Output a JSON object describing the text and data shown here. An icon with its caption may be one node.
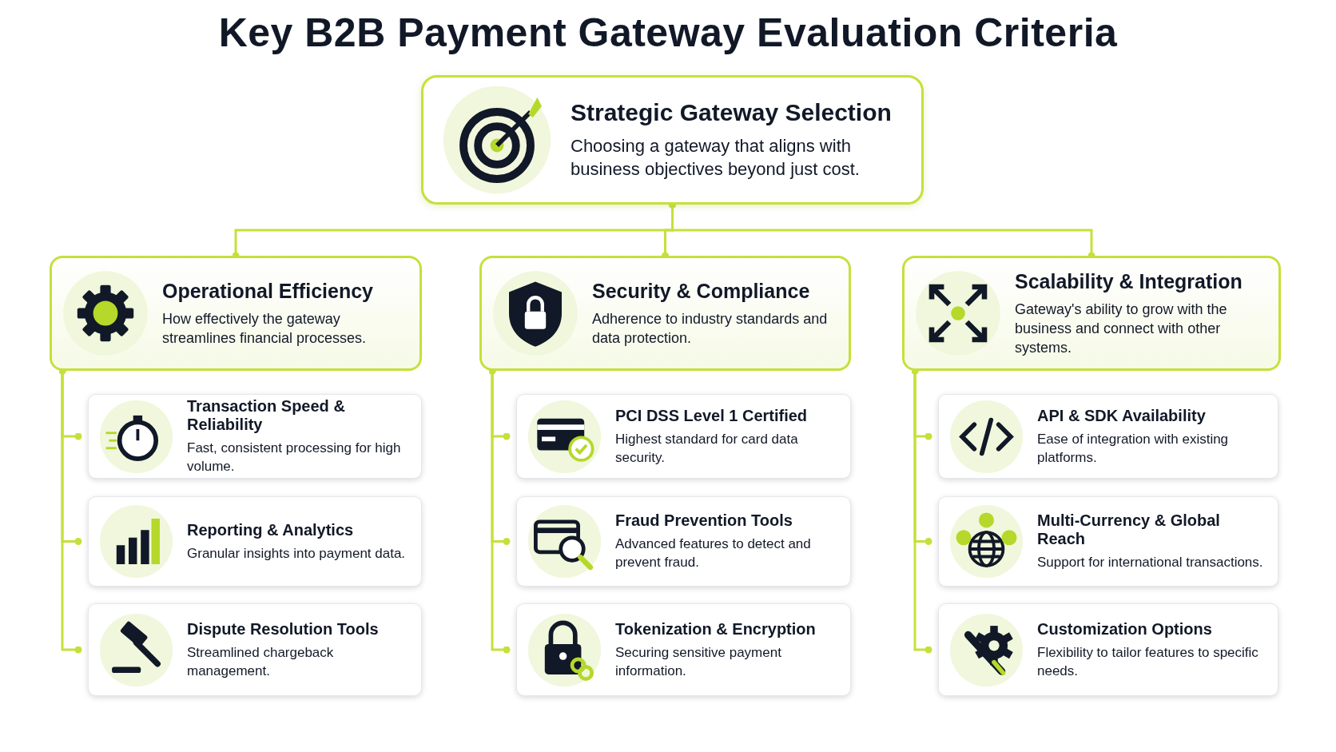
{
  "diagram": {
    "title": "Key B2B Payment Gateway Evaluation Criteria",
    "nodes": [
      {
        "text": [
          "Strategic Gateway Selection",
          "Choosing a gateway that aligns with business objectives beyond just cost."
        ]
      },
      {
        "text": [
          "Operational Efficiency",
          "How effectively the gateway streamlines financial processes."
        ]
      },
      {
        "text": [
          "Security & Compliance",
          "Adherence to industry standards and data protection."
        ]
      },
      {
        "text": [
          "Scalability & Integration",
          "Gateway's ability to grow with the business and connect with other systems."
        ]
      },
      {
        "text": [
          "Transaction Speed & Reliability",
          "Fast, consistent processing for high volume."
        ]
      },
      {
        "text": [
          "Reporting & Analytics",
          "Granular insights into payment data."
        ]
      },
      {
        "text": [
          "Dispute Resolution Tools",
          "Streamlined chargeback management."
        ]
      },
      {
        "text": [
          "PCI DSS Level 1 Certified",
          "Highest standard for card data security."
        ]
      },
      {
        "text": [
          "Fraud Prevention Tools",
          "Advanced features to detect and prevent fraud."
        ]
      },
      {
        "text": [
          "Tokenization & Encryption",
          "Securing sensitive payment information."
        ]
      },
      {
        "text": [
          "API & SDK Availability",
          "Ease of integration with existing platforms."
        ]
      },
      {
        "text": [
          "Multi-Currency & Global Reach",
          "Support for international transactions."
        ]
      },
      {
        "text": [
          "Customization Options",
          "Flexibility to tailor features to specific needs."
        ]
      }
    ],
    "edges": [
      {
        "from": 0,
        "to": 1,
        "arrow": "other"
      },
      {
        "from": 0,
        "to": 2,
        "arrow": "other"
      },
      {
        "from": 0,
        "to": 3,
        "arrow": "other"
      },
      {
        "from": 1,
        "to": 4,
        "arrow": "other"
      },
      {
        "from": 1,
        "to": 5,
        "arrow": "other"
      },
      {
        "from": 1,
        "to": 6,
        "arrow": "other"
      },
      {
        "from": 2,
        "to": 7,
        "arrow": "other"
      },
      {
        "from": 2,
        "to": 8,
        "arrow": "other"
      },
      {
        "from": 2,
        "to": 9,
        "arrow": "other"
      },
      {
        "from": 3,
        "to": 10,
        "arrow": "other"
      },
      {
        "from": 3,
        "to": 11,
        "arrow": "other"
      },
      {
        "from": 3,
        "to": 12,
        "arrow": "other"
      }
    ]
  }
}
